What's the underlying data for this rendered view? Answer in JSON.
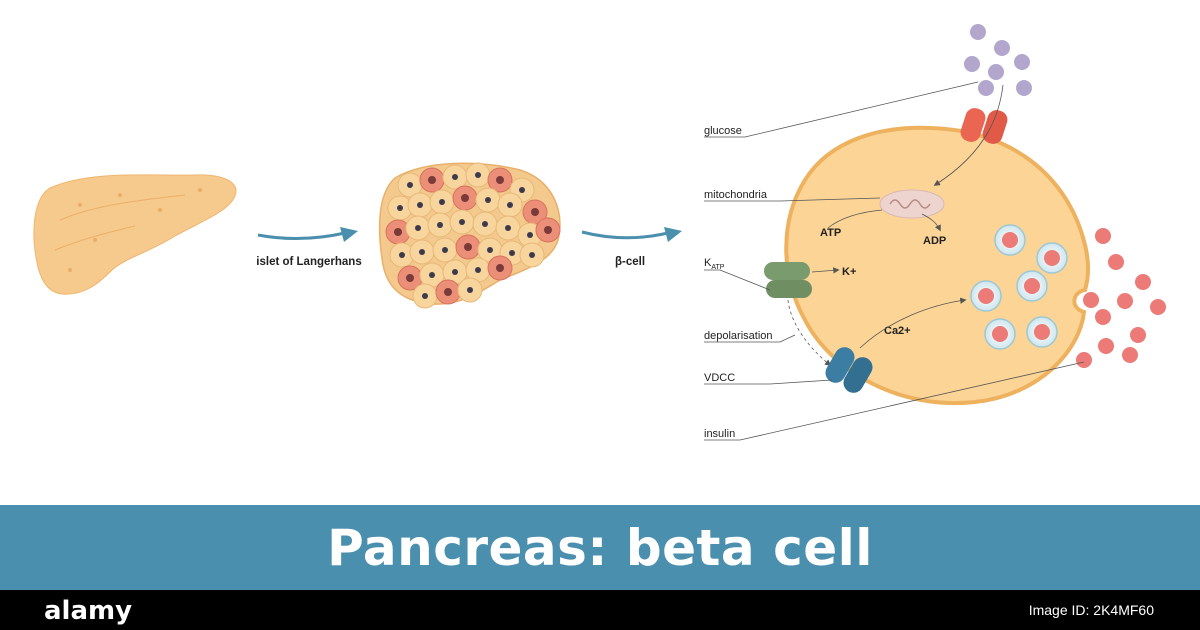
{
  "title": "Pancreas: beta cell",
  "stages": {
    "islet_label": "islet of Langerhans",
    "beta_label": "β-cell"
  },
  "callouts": {
    "glucose": "glucose",
    "mitochondria": "mitochondria",
    "katp_main": "K",
    "katp_sub": "ATP",
    "depolarisation": "depolarisation",
    "vdcc": "VDCC",
    "insulin": "insulin"
  },
  "inner_labels": {
    "atp": "ATP",
    "adp": "ADP",
    "k_plus": "K+",
    "ca": "Ca2+"
  },
  "footer": {
    "brand": "alamy",
    "image_id": "Image ID: 2K4MF60"
  },
  "colors": {
    "cell_fill": "#fbd496",
    "cell_stroke": "#eeb15e",
    "glucose": "#b3a6cd",
    "transporter": "#ea6552",
    "katp": "#7a9b6d",
    "vdcc": "#3c7ea3",
    "insulin": "#ec7a77",
    "arrow": "#4a8fae",
    "banner": "#4a8fae"
  }
}
